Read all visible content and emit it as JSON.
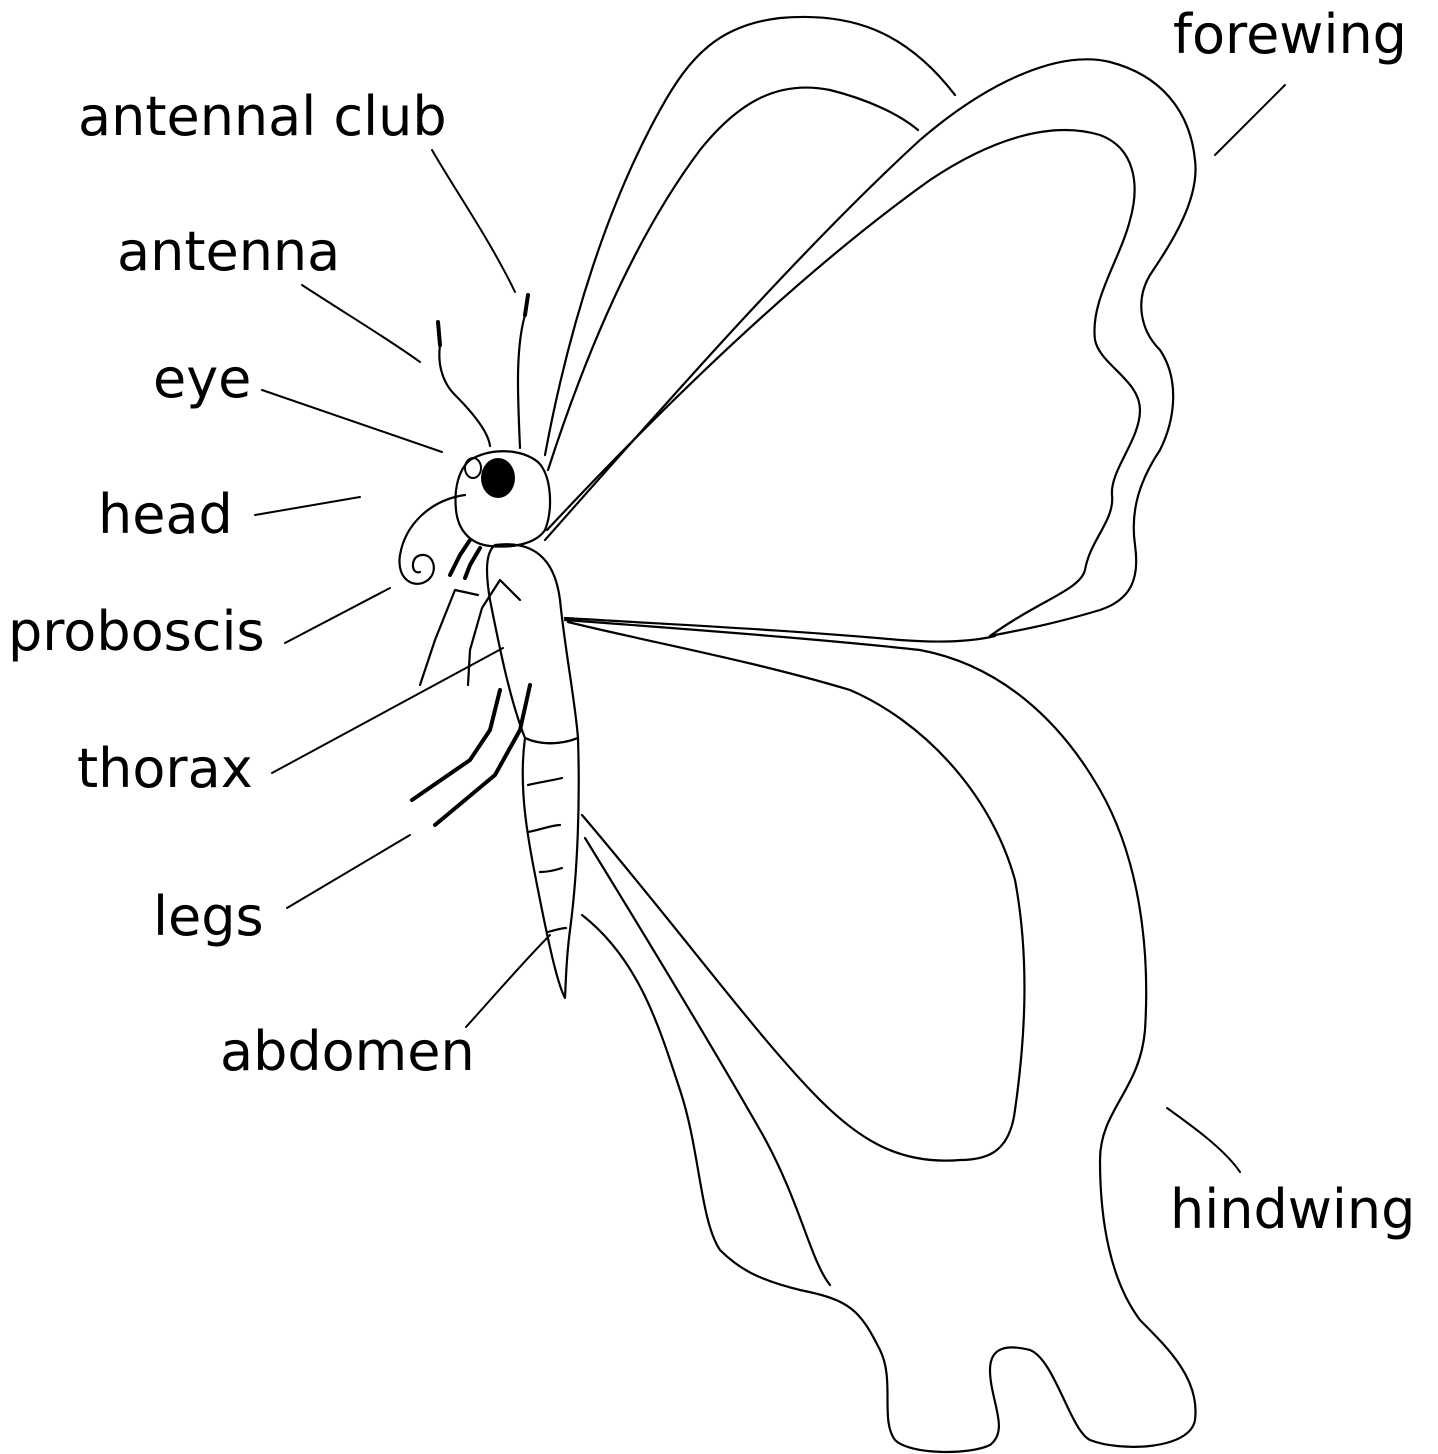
{
  "labels": {
    "forewing": "forewing",
    "antennal_club": "antennal club",
    "antenna": "antenna",
    "eye": "eye",
    "head": "head",
    "proboscis": "proboscis",
    "thorax": "thorax",
    "legs": "legs",
    "abdomen": "abdomen",
    "hindwing": "hindwing"
  },
  "colors": {
    "ink": "#000000",
    "background": "#ffffff"
  }
}
